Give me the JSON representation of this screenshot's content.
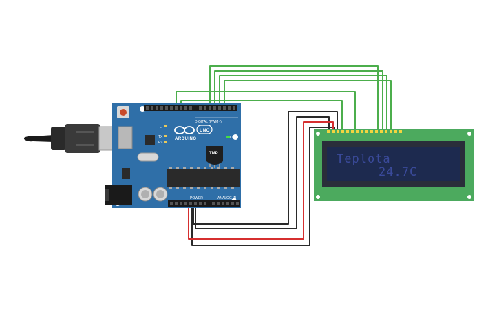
{
  "lcd": {
    "line1": "Teplota",
    "line2": "24.7C"
  },
  "arduino": {
    "brand": "ARDUINO",
    "model": "UNO",
    "digital_label": "DIGITAL (PWM~)",
    "power_label": "POWER",
    "analog_label": "ANALOG IN",
    "on_label": "ON",
    "tx_label": "TX",
    "rx_label": "RX",
    "l_label": "L"
  },
  "sensor": {
    "label": "TMP"
  },
  "colors": {
    "board_blue": "#2f6fa8",
    "lcd_pcb": "#4caa5e",
    "lcd_screen": "#1d2a4f",
    "wire_green": "#4cae4c",
    "wire_black": "#2a2a2a",
    "wire_red": "#d62f2f"
  }
}
